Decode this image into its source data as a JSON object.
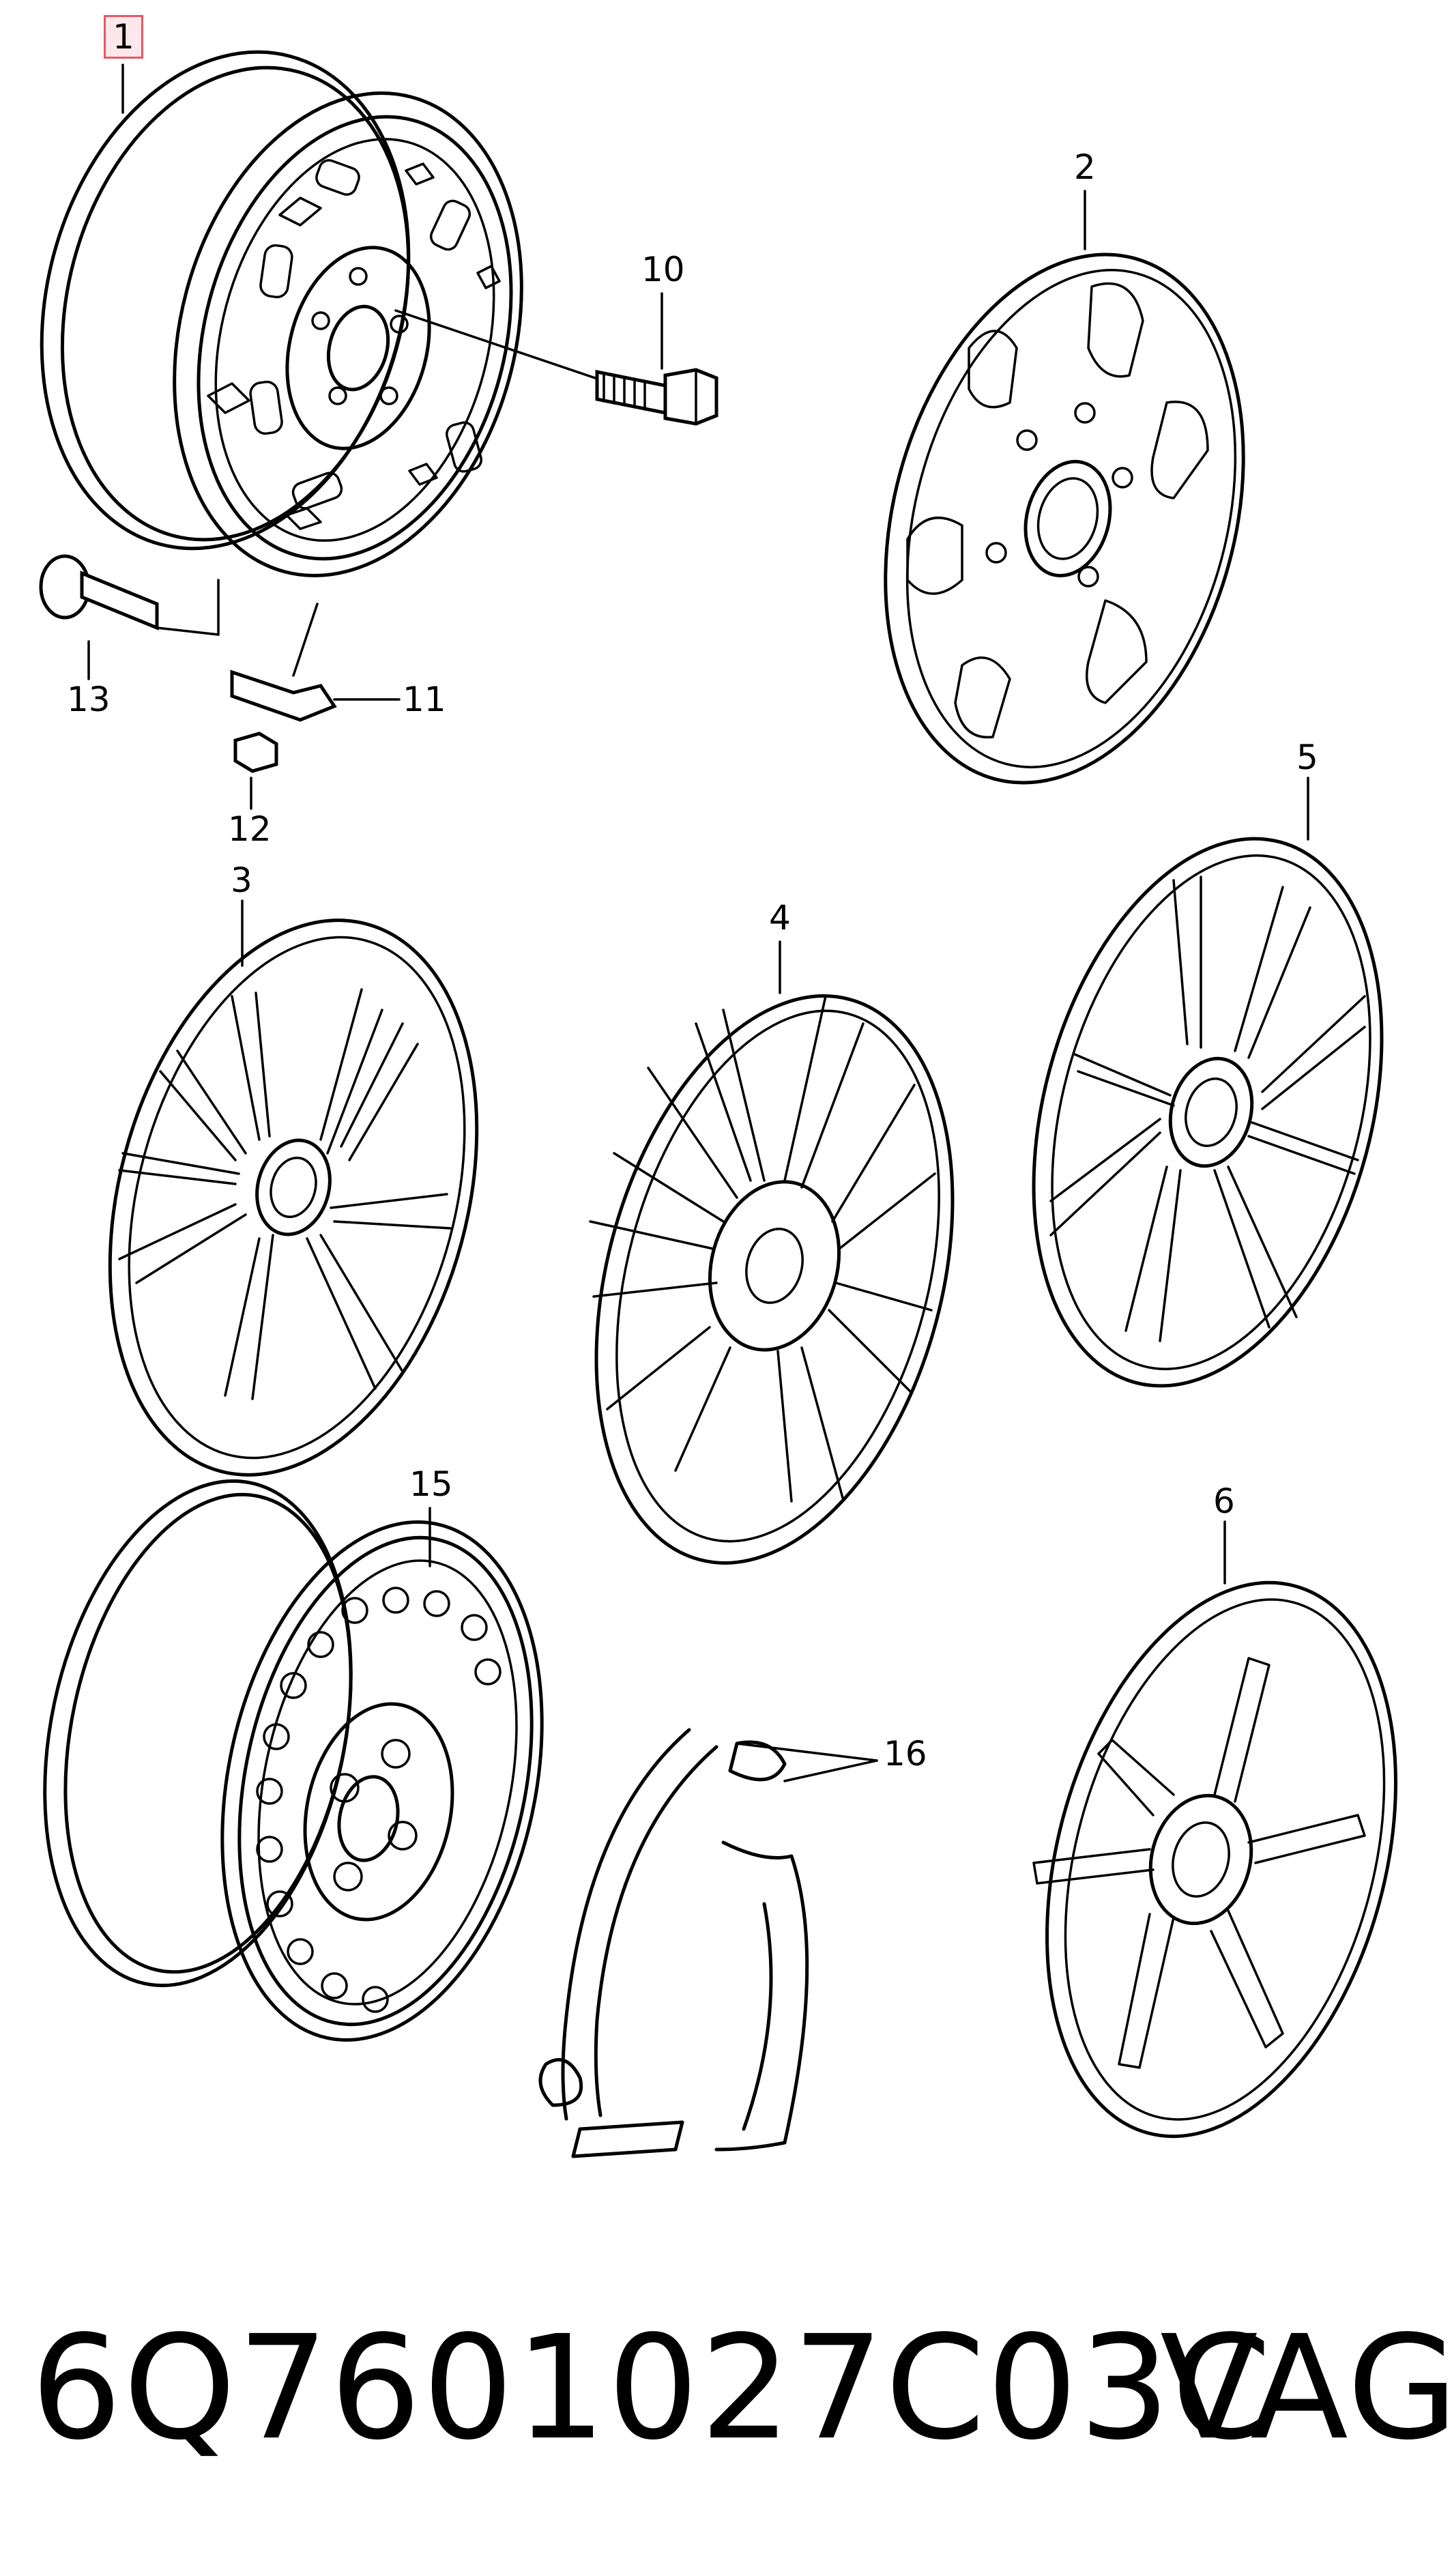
{
  "callouts": {
    "c1": "1",
    "c2": "2",
    "c3": "3",
    "c4": "4",
    "c5": "5",
    "c6": "6",
    "c10": "10",
    "c11": "11",
    "c12": "12",
    "c13": "13",
    "c15": "15",
    "c16": "16"
  },
  "footer": {
    "part_number": "6Q7601027C03C",
    "brand": "VAG"
  },
  "colors": {
    "line": "#000000",
    "highlight_border": "#e05a67",
    "highlight_fill": "#fde7ea"
  }
}
